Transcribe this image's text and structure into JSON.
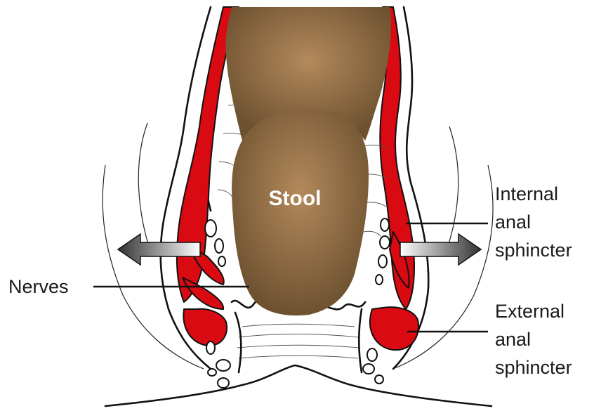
{
  "labels": {
    "stool": "Stool",
    "nerves": "Nerves",
    "internal_sphincter": [
      "Internal",
      "anal",
      "sphincter"
    ],
    "external_sphincter": [
      "External",
      "anal",
      "sphincter"
    ]
  },
  "colors": {
    "stool": "#7a5a33",
    "stool_highlight": "#b38a5c",
    "muscle": "#d90a12",
    "arrow_dark": "#3a3a3a",
    "arrow_light": "#ffffff"
  }
}
